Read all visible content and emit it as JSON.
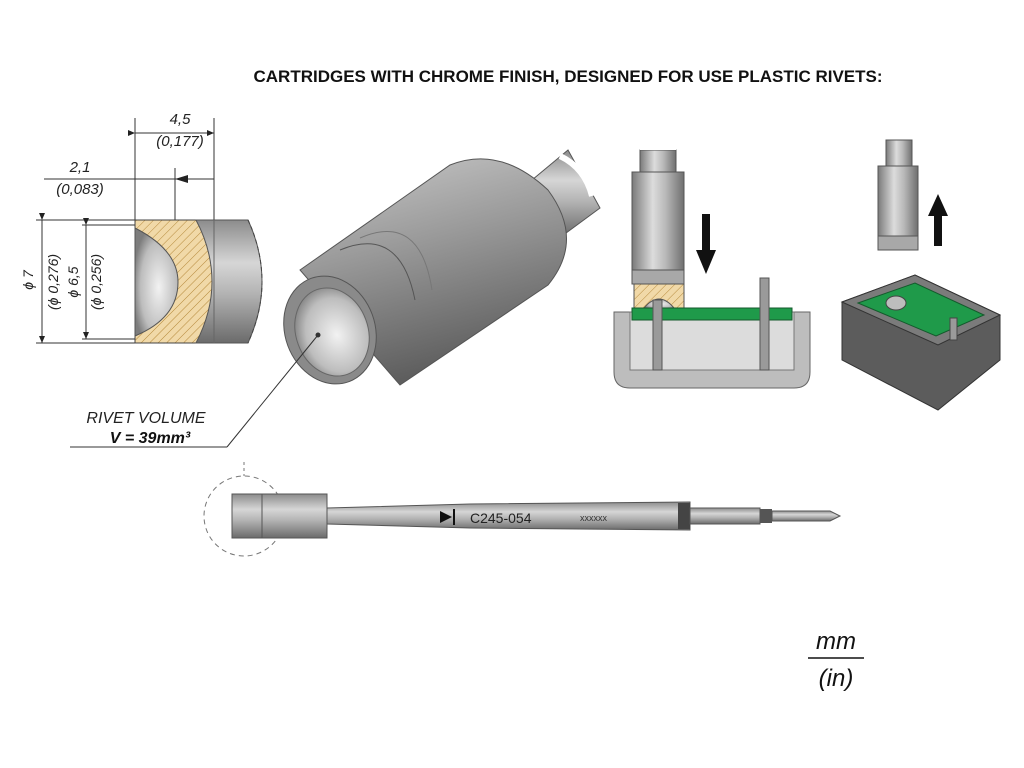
{
  "title": "CARTRIDGES WITH CHROME FINISH, DESIGNED FOR USE PLASTIC RIVETS:",
  "dimensions": {
    "width_outer": {
      "mm": "4,5",
      "in": "(0,177)"
    },
    "width_inner": {
      "mm": "2,1",
      "in": "(0,083)"
    },
    "dia_outer": {
      "mm": "ϕ 7",
      "in": "(ϕ 0,276)"
    },
    "dia_inner": {
      "mm": "ϕ 6,5",
      "in": "(ϕ 0,256)"
    }
  },
  "rivet": {
    "label": "RIVET VOLUME",
    "value": "V = 39mm³"
  },
  "cartridge": {
    "part_number": "C245-054",
    "code": "xxxxxx"
  },
  "units": {
    "primary": "mm",
    "secondary": "(in)"
  },
  "colors": {
    "accent_green": "#1f9a4a",
    "section_fill": "#f1d9a8",
    "metal": "#a9a9a9",
    "dark_metal": "#6a6a6a"
  }
}
